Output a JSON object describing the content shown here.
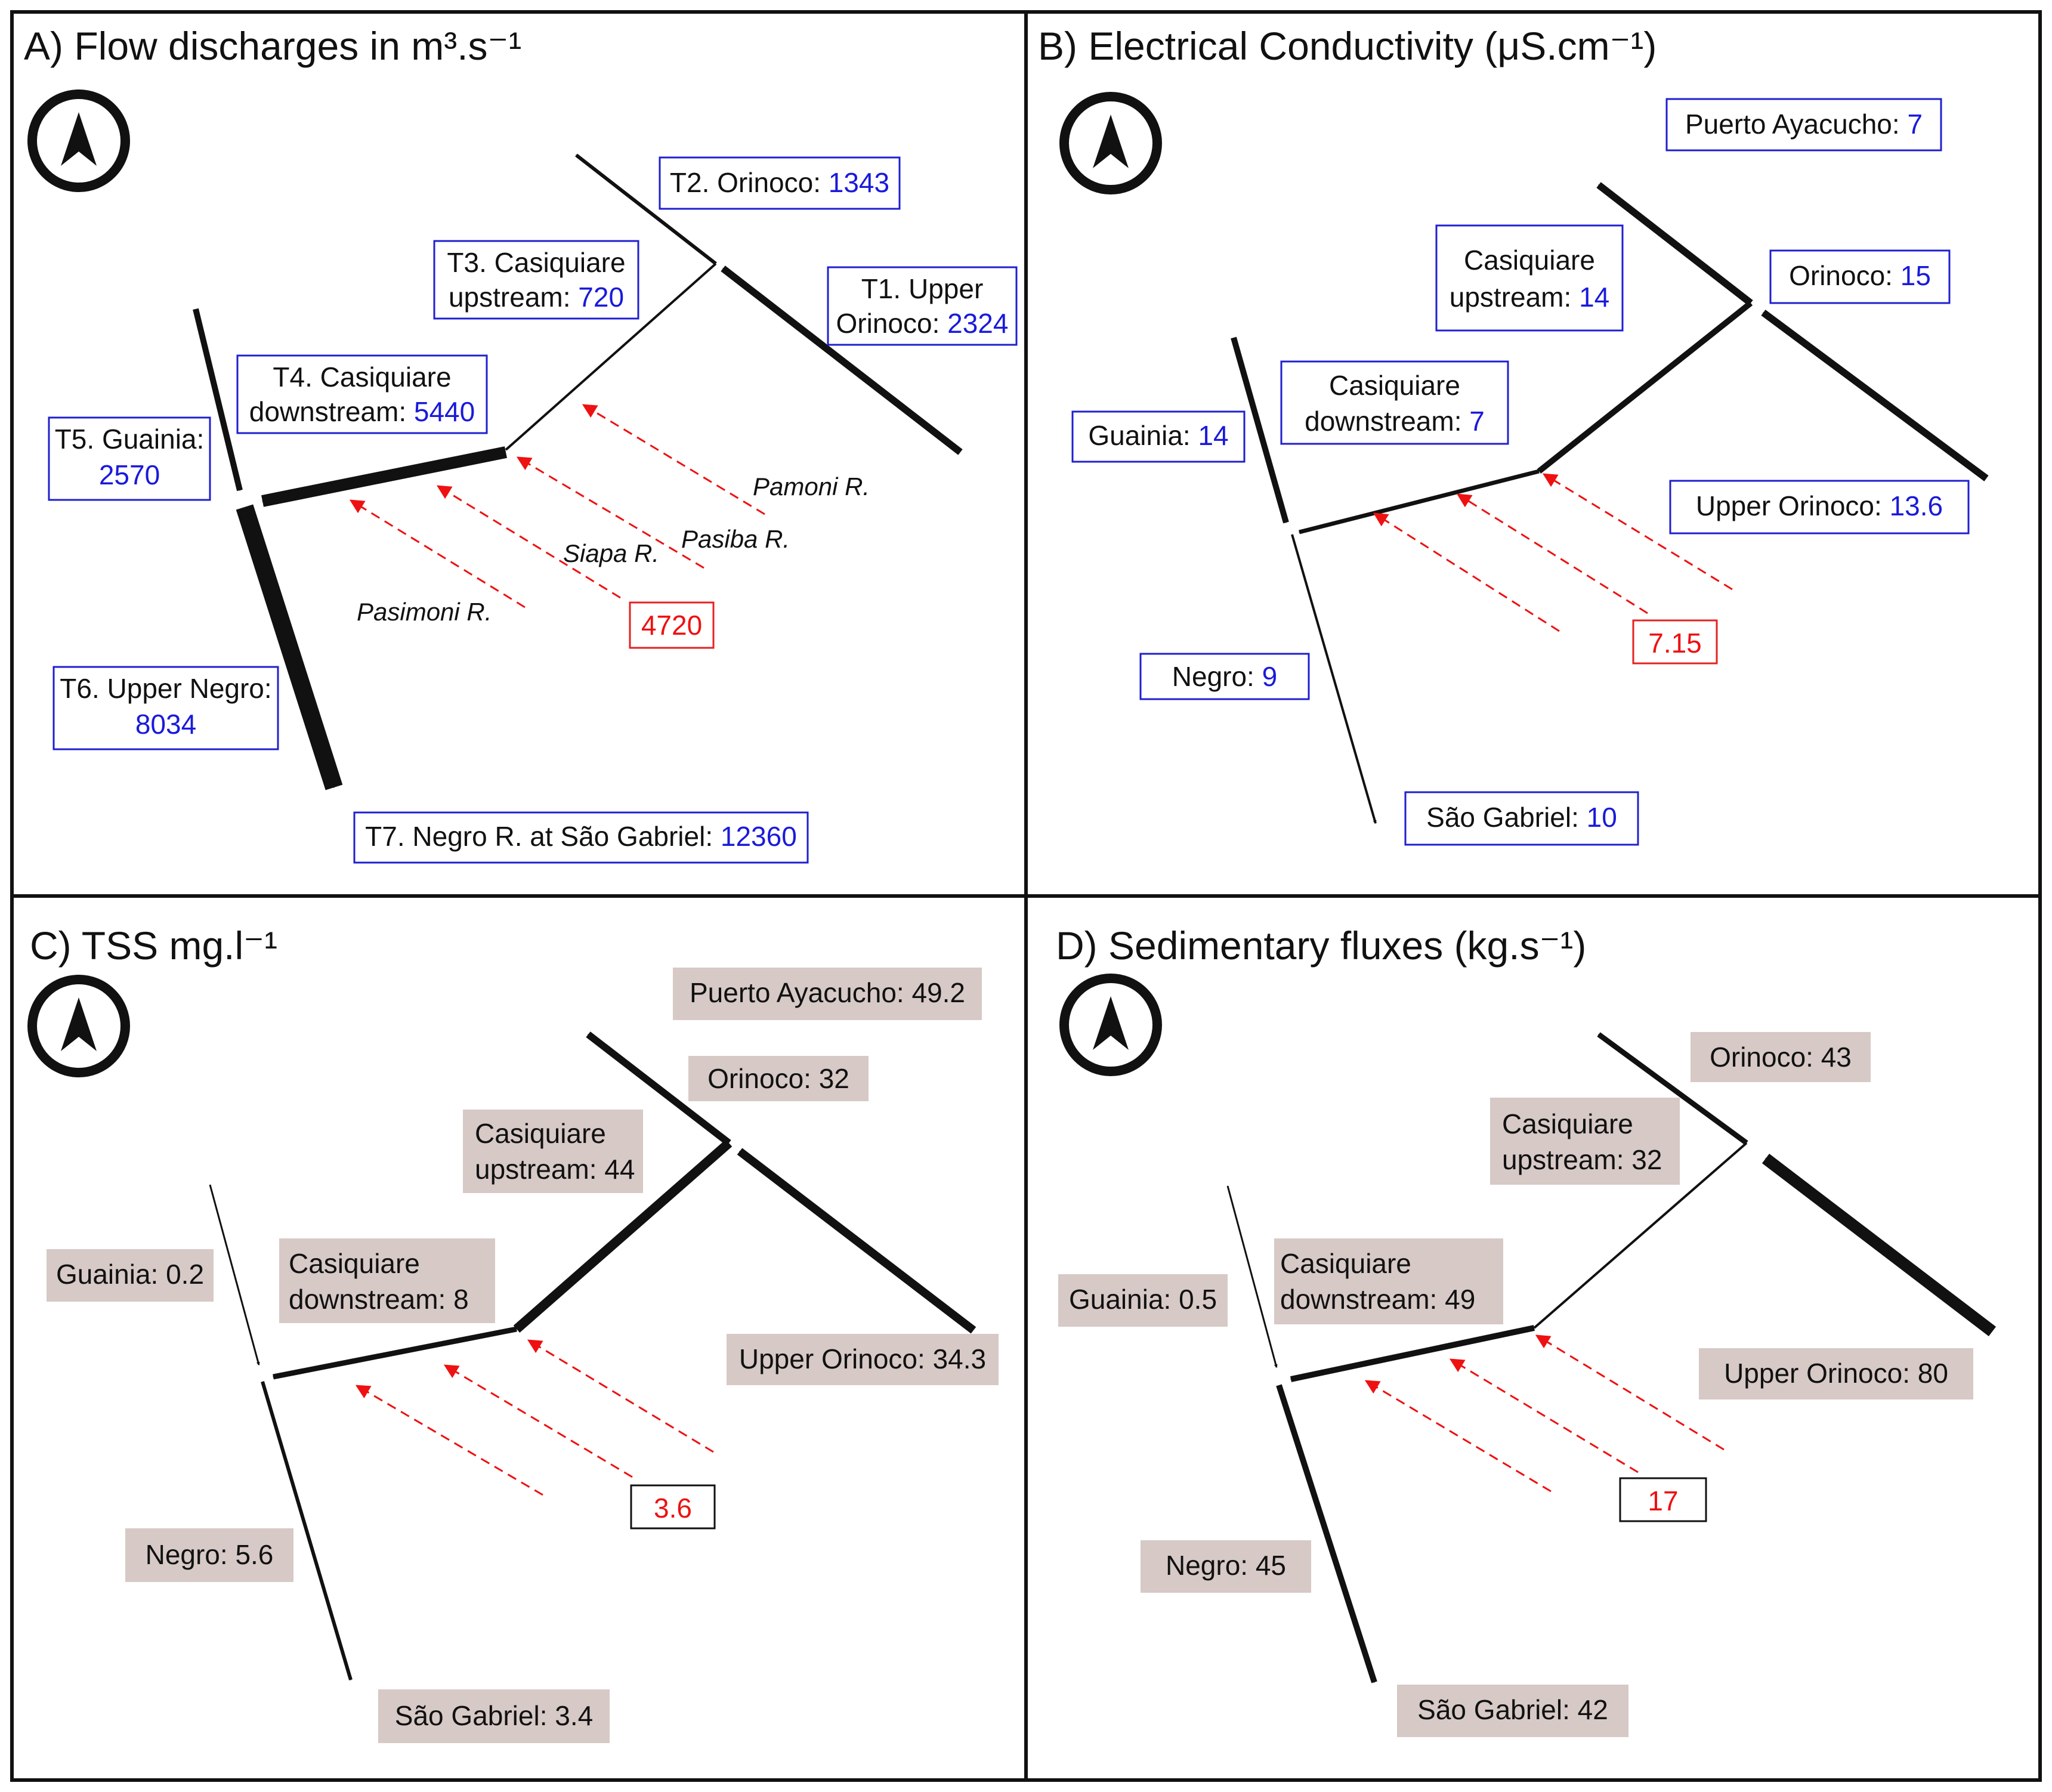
{
  "panels": {
    "a": {
      "title": "A)  Flow discharges in m³.s⁻¹",
      "labels": {
        "t1_name1": "T1. Upper",
        "t1_name2": "Orinoco: ",
        "t1_value": "2324",
        "t2_name": "T2. Orinoco: ",
        "t2_value": "1343",
        "t3_name1": "T3. Casiquiare",
        "t3_name2": "upstream: ",
        "t3_value": "720",
        "t4_name1": "T4. Casiquiare",
        "t4_name2": "downstream: ",
        "t4_value": "5440",
        "t5_name": "T5. Guainia:",
        "t5_value": "2570",
        "t6_name": "T6. Upper Negro:",
        "t6_value": "8034",
        "t7_name": "T7. Negro R. at São Gabriel: ",
        "t7_value": "12360",
        "tributary_value": "4720"
      },
      "tributaries": {
        "pamoni": "Pamoni R.",
        "pasiba": "Pasiba R.",
        "siapa": "Siapa R.",
        "pasimoni": "Pasimoni R."
      }
    },
    "b": {
      "title": "B)  Electrical Conductivity (μS.cm⁻¹)",
      "labels": {
        "puerto_name": "Puerto Ayacucho: ",
        "puerto_value": "7",
        "orinoco_name": "Orinoco: ",
        "orinoco_value": "15",
        "cas_up_name1": "Casiquiare",
        "cas_up_name2": "upstream: ",
        "cas_up_value": "14",
        "cas_down_name1": "Casiquiare",
        "cas_down_name2": "downstream: ",
        "cas_down_value": "7",
        "guainia_name": "Guainia: ",
        "guainia_value": "14",
        "upper_orinoco_name": "Upper Orinoco:  ",
        "upper_orinoco_value": "13.6",
        "negro_name": "Negro: ",
        "negro_value": "9",
        "sao_gabriel_name": "São Gabriel:  ",
        "sao_gabriel_value": "10",
        "tributary_value": "7.15"
      }
    },
    "c": {
      "title": "C)  TSS mg.l⁻¹",
      "labels": {
        "puerto": "Puerto Ayacucho: 49.2",
        "orinoco": "Orinoco: 32",
        "cas_up1": "Casiquiare",
        "cas_up2": "upstream: 44",
        "cas_down1": "Casiquiare",
        "cas_down2": "downstream: 8",
        "guainia": "Guainia: 0.2",
        "upper_orinoco": "Upper Orinoco: 34.3",
        "negro": "Negro:  5.6",
        "sao_gabriel": "São Gabriel:  3.4",
        "tributary_value": "3.6"
      }
    },
    "d": {
      "title": "D)  Sedimentary fluxes (kg.s⁻¹)",
      "labels": {
        "orinoco": "Orinoco: 43",
        "cas_up1": "Casiquiare",
        "cas_up2": "upstream: 32",
        "cas_down1": "Casiquiare",
        "cas_down2": "downstream: 49",
        "guainia": "Guainia: 0.5",
        "upper_orinoco": "Upper Orinoco: 80",
        "negro": "Negro:  45",
        "sao_gabriel": "São Gabriel:  42",
        "tributary_value": "17"
      }
    }
  },
  "colors": {
    "frame": "#111111",
    "value_blue": "#1a1adb",
    "tributary_red": "#ee1111",
    "label_fill": "#d6c9c6"
  },
  "icons": {
    "north": "north-arrow-icon"
  }
}
